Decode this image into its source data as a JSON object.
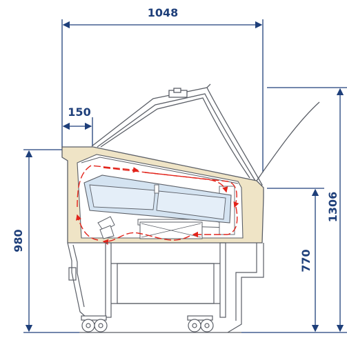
{
  "colors": {
    "dimension": "#1e3f7a",
    "outline": "#5a5e66",
    "body_fill": "#efe4c6",
    "tray_fill": "#d4e3f1",
    "airflow": "#e2231a"
  },
  "dimensions": {
    "total_width": "1048",
    "front_depth": "150",
    "total_height": "980",
    "rear_height": "1306",
    "counter_height": "770"
  },
  "icons": [
    "airflow-arrow-icon",
    "caster-wheel-icon",
    "compressor-icon"
  ]
}
